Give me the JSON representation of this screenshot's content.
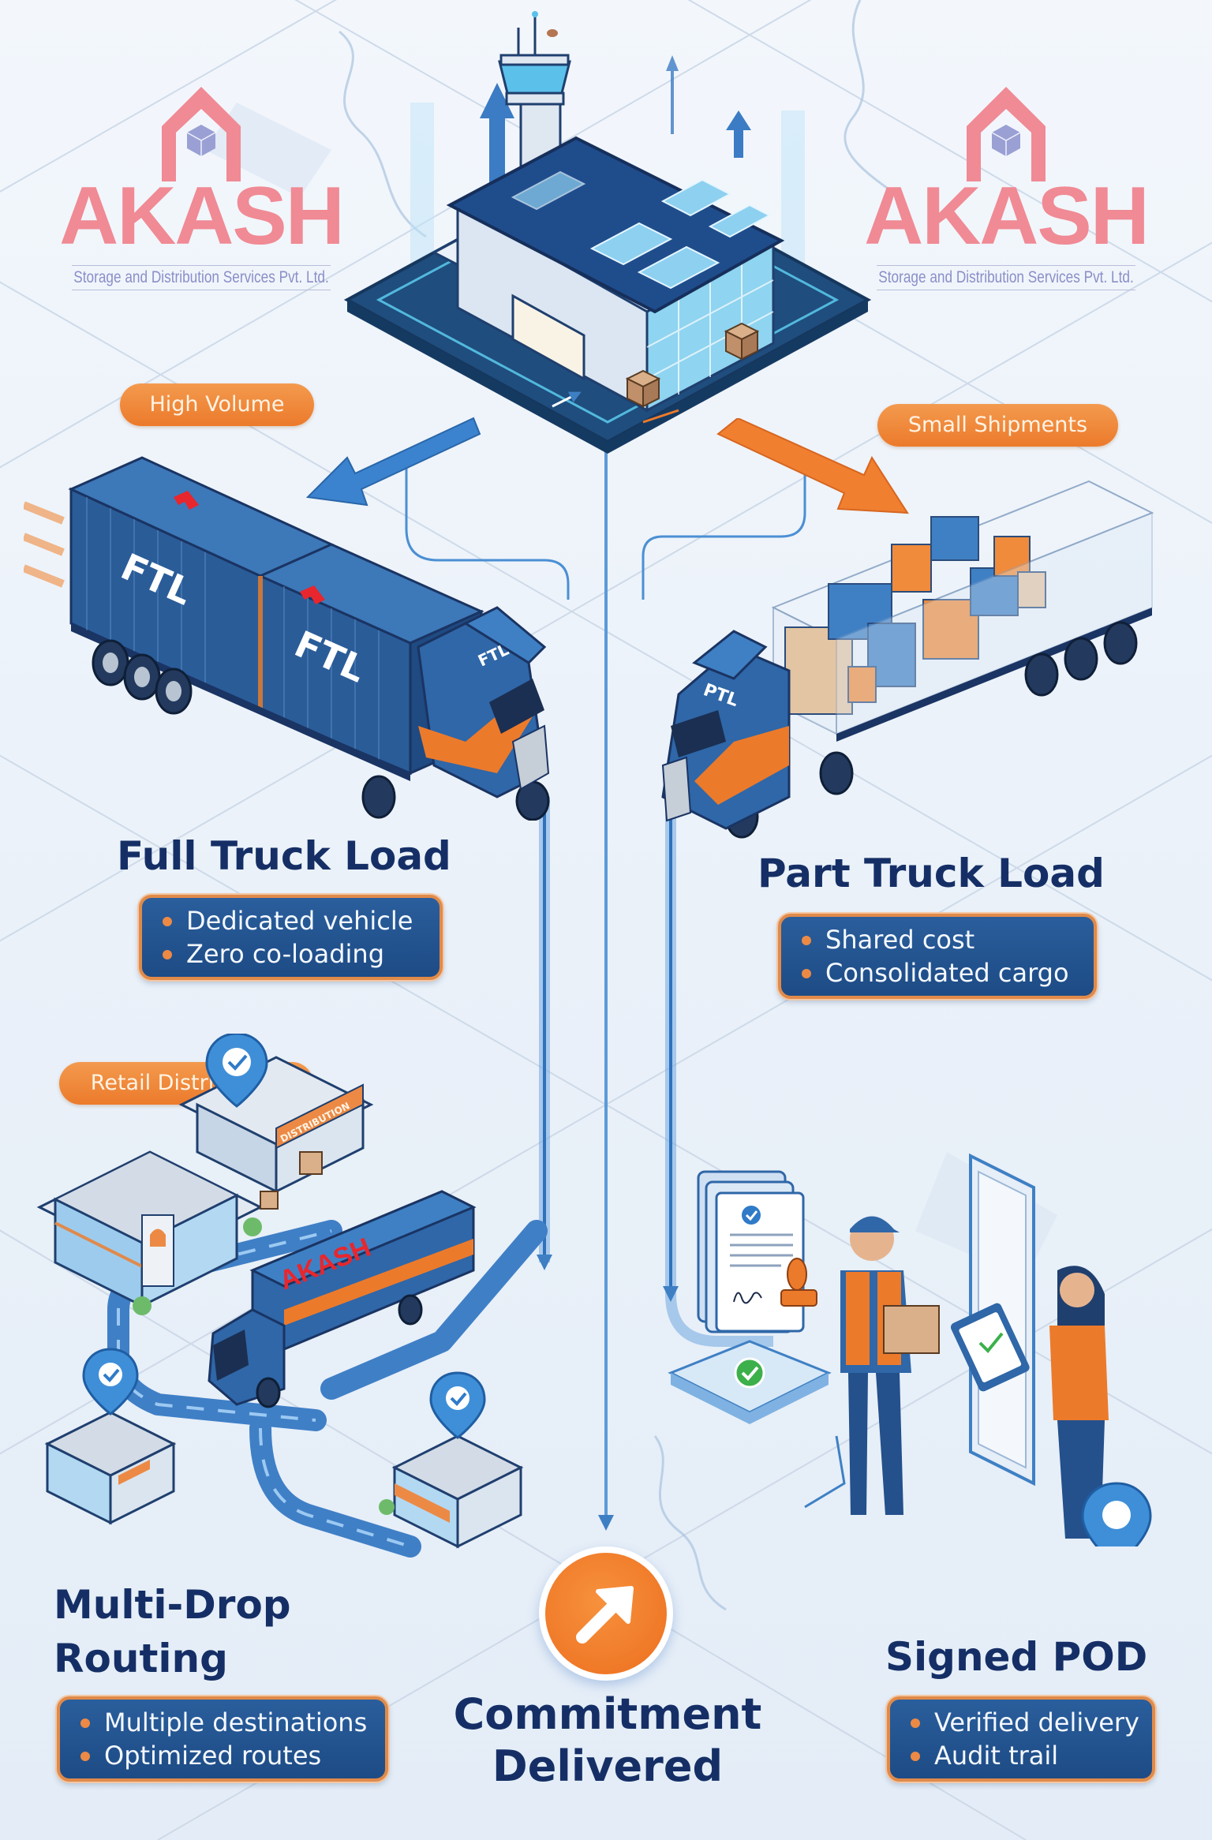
{
  "logos": [
    {
      "brand": "AKASH",
      "tagline": "Storage and Distribution Services Pvt. Ltd."
    },
    {
      "brand": "AKASH",
      "tagline": "Storage and Distribution Services Pvt. Ltd."
    }
  ],
  "hub": {
    "icon": "warehouse-hub-icon"
  },
  "tags": {
    "high_volume": "High Volume",
    "small_shipments": "Small Shipments",
    "retail_distribution": "Retail Distribution"
  },
  "ftl": {
    "truck_label": "FTL",
    "title": "Full Truck Load",
    "bullets": [
      "Dedicated vehicle",
      "Zero co-loading"
    ]
  },
  "ptl": {
    "truck_label": "PTL",
    "title": "Part Truck Load",
    "bullets": [
      "Shared cost",
      "Consolidated cargo"
    ]
  },
  "multidrop": {
    "truck_label": "AKASH",
    "store_sign": "DISTRIBUTION",
    "title_line1": "Multi-Drop",
    "title_line2": "Routing",
    "bullets": [
      "Multiple destinations",
      "Optimized routes"
    ]
  },
  "pod": {
    "title": "Signed POD",
    "bullets": [
      "Verified delivery",
      "Audit trail"
    ]
  },
  "commitment": {
    "line1": "Commitment",
    "line2": "Delivered",
    "icon": "arrow-up-right-icon"
  },
  "colors": {
    "navy": "#152f66",
    "blue": "#2a5e9c",
    "orange": "#ec7a2b",
    "logo_pink": "#f08a94",
    "logo_lavender": "#8a8ec8",
    "success_green": "#3cb04a"
  }
}
